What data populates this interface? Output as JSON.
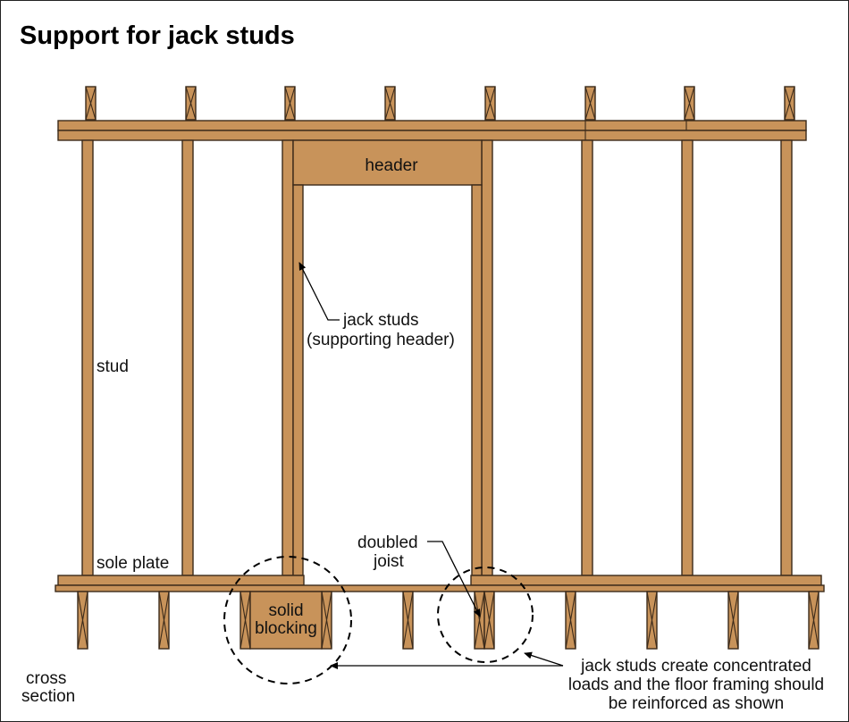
{
  "diagram": {
    "title": "Support for jack studs",
    "labels": {
      "header": "header",
      "jack_studs_line1": "jack studs",
      "jack_studs_line2": "(supporting header)",
      "stud": "stud",
      "sole_plate": "sole plate",
      "doubled_line1": "doubled",
      "doubled_line2": "joist",
      "solid_line1": "solid",
      "solid_line2": "blocking",
      "cross_line1": "cross",
      "cross_line2": "section",
      "note_line1": "jack studs create concentrated",
      "note_line2": "loads and the floor framing should",
      "note_line3": "be reinforced as shown"
    },
    "colors": {
      "wood": "#c8935a",
      "outline": "#3b2a1a",
      "background": "#ffffff"
    }
  }
}
